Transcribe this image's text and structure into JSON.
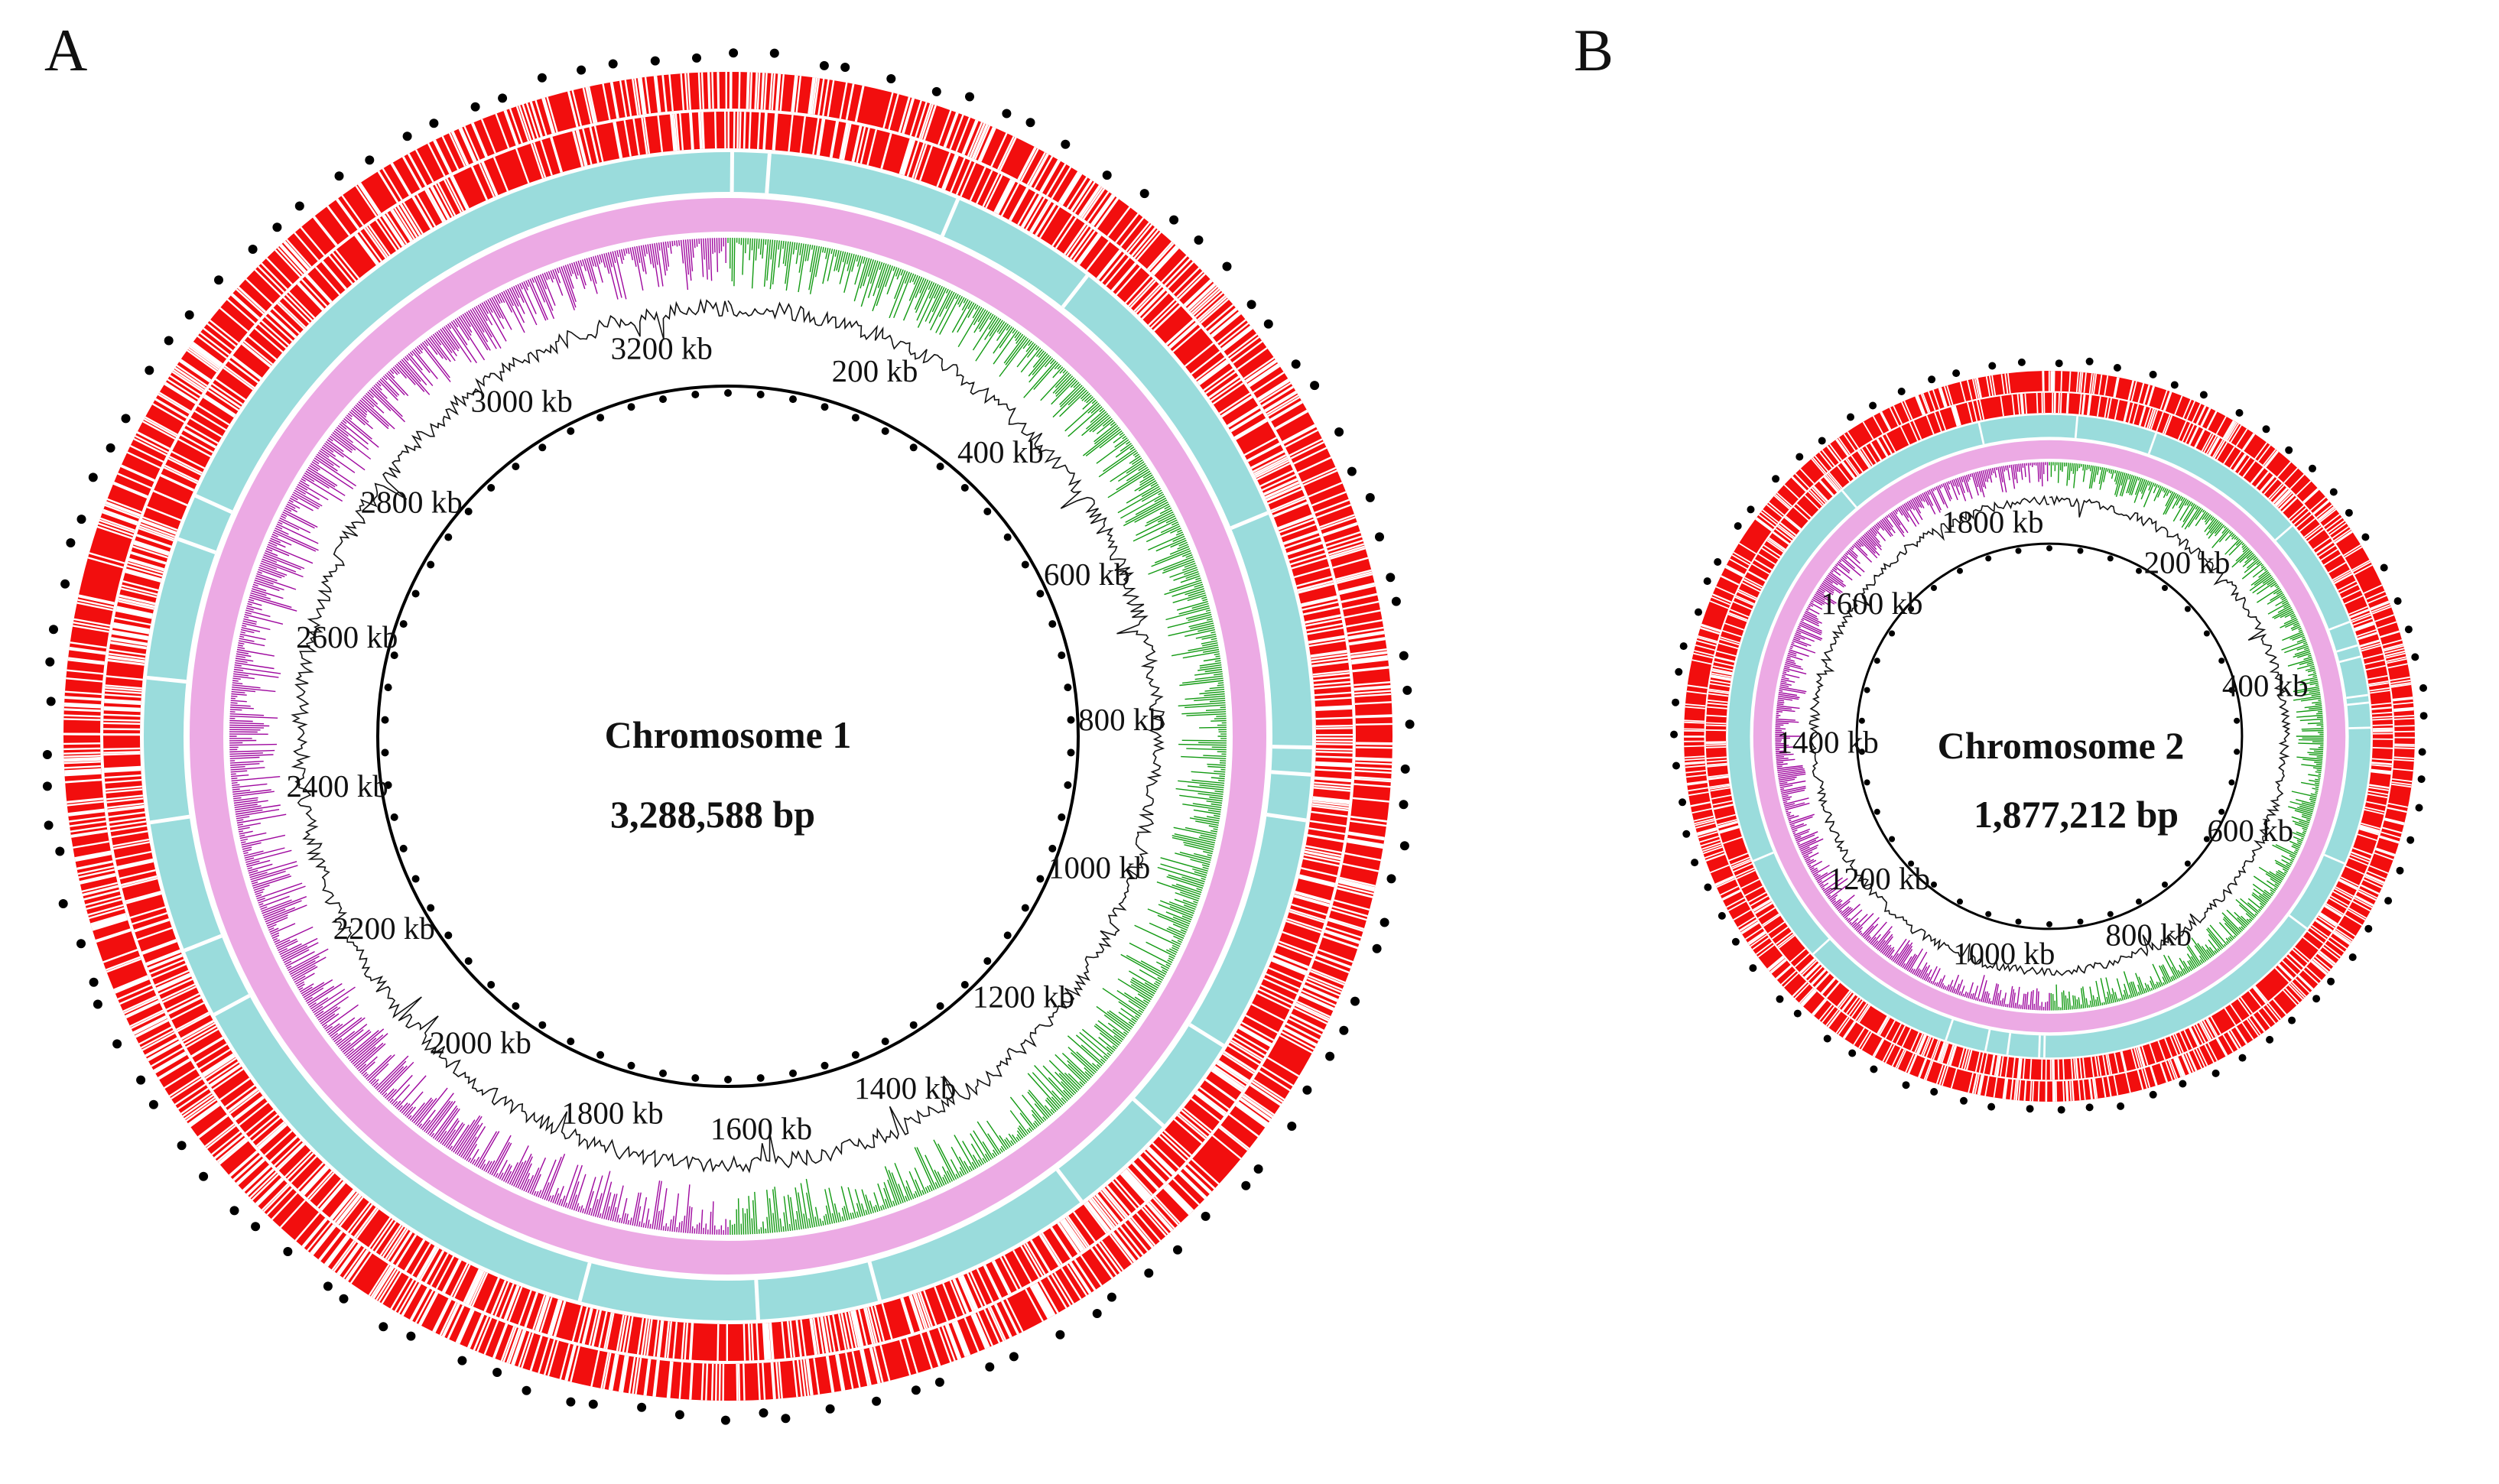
{
  "panels": [
    {
      "letter": "A",
      "name": "Chromosome 1",
      "size": "3,288,588 bp",
      "genome_length_kb": 3288.588,
      "tick_labels": [
        "200 kb",
        "400 kb",
        "600 kb",
        "800 kb",
        "1000 kb",
        "1200 kb",
        "1400 kb",
        "1600 kb",
        "1800 kb",
        "2000 kb",
        "2200 kb",
        "2400 kb",
        "2600 kb",
        "2800 kb",
        "3000 kb",
        "3200 kb"
      ]
    },
    {
      "letter": "B",
      "name": "Chromosome 2",
      "size": "1,877,212 bp",
      "genome_length_kb": 1877.212,
      "tick_labels": [
        "200 kb",
        "400 kb",
        "600 kb",
        "800 kb",
        "1000 kb",
        "1200 kb",
        "1400 kb",
        "1600 kb",
        "1800 kb"
      ]
    }
  ],
  "colors": {
    "gene_track": "#f20e0e",
    "cyan_track": "#9adcdc",
    "pink_track": "#ecaae4",
    "gc_skew_positive": "#129a12",
    "gc_skew_negative": "#9e079e",
    "gc_content": "#111111",
    "axis": "#000000"
  }
}
